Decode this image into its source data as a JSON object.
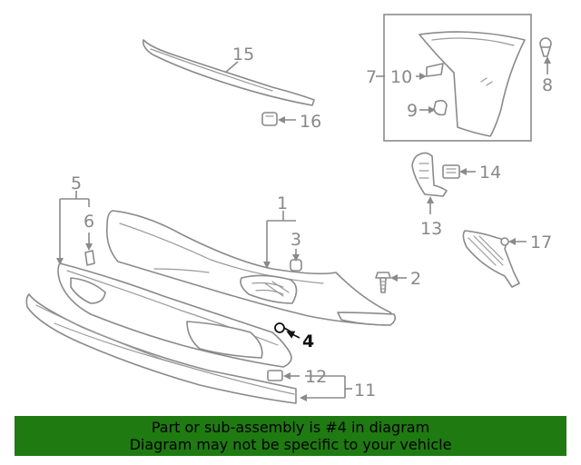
{
  "diagram": {
    "callouts": [
      {
        "id": "c1",
        "label": "1"
      },
      {
        "id": "c2",
        "label": "2"
      },
      {
        "id": "c3",
        "label": "3"
      },
      {
        "id": "c4",
        "label": "4"
      },
      {
        "id": "c5",
        "label": "5"
      },
      {
        "id": "c6",
        "label": "6"
      },
      {
        "id": "c7",
        "label": "7"
      },
      {
        "id": "c8",
        "label": "8"
      },
      {
        "id": "c9",
        "label": "9"
      },
      {
        "id": "c10",
        "label": "10"
      },
      {
        "id": "c11",
        "label": "11"
      },
      {
        "id": "c12",
        "label": "12"
      },
      {
        "id": "c13",
        "label": "13"
      },
      {
        "id": "c14",
        "label": "14"
      },
      {
        "id": "c15",
        "label": "15"
      },
      {
        "id": "c16",
        "label": "16"
      },
      {
        "id": "c17",
        "label": "17"
      }
    ],
    "highlighted_part": "4",
    "colors": {
      "line": "#8a8a8a",
      "highlight": "#111111",
      "banner": "#1f7a12"
    }
  },
  "banner": {
    "line1": "Part or sub-assembly is #4 in diagram",
    "line2": "Diagram may not be specific to your vehicle"
  }
}
